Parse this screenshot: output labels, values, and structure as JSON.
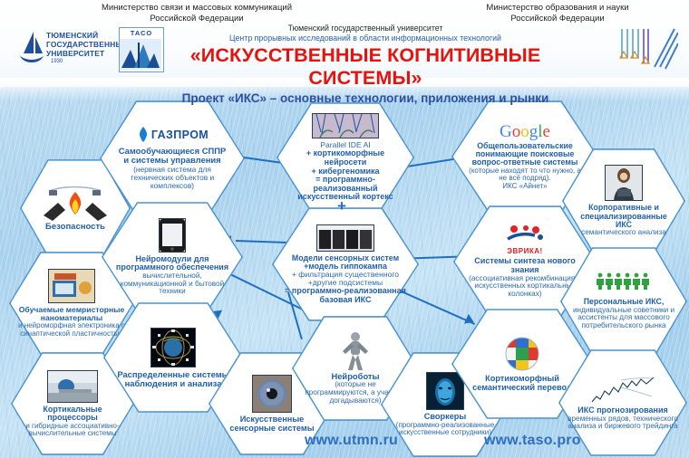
{
  "header": {
    "ministry_left": [
      "Министерство связи и массовых коммуникаций",
      "Российской Федерации"
    ],
    "ministry_right": [
      "Министерство образования и науки",
      "Российской Федерации"
    ],
    "university": "Тюменский государственный университет",
    "center": "Центр прорывных исследований в области информационных технологий",
    "title": "«ИСКУССТВЕННЫЕ КОГНИТИВНЫЕ СИСТЕМЫ»",
    "subtitle": "Проект «ИКС» – основные технологии, приложения и рынки",
    "logo_tmn": [
      "ТЮМЕНСКИЙ",
      "ГОСУДАРСТВЕННЫЙ",
      "УНИВЕРСИТЕТ"
    ],
    "logo_tmn_year": "1930",
    "logo_taso": "ТАСО"
  },
  "colors": {
    "title_red": "#e8120c",
    "subtitle_blue": "#2d4fa3",
    "hex_border": "#4b93cf",
    "arrow_blue": "#1f6fc0",
    "label_blue": "#1f5fad"
  },
  "nodes": {
    "gazprom": {
      "brand": "ГАЗПРОМ",
      "title": "Самообучающиеся СППР и системы управления",
      "sub": "(нервная система для технических объектов и комплексов)"
    },
    "security": {
      "title": "Безопасность",
      "sub": ""
    },
    "neuromodules": {
      "title": "Нейромодули для программного обеспечения",
      "sub": "вычислительной, коммуникационной и бытовой техники"
    },
    "memristive": {
      "title": "Обучаемые мемристорные наноматериалы",
      "sub": "и нейроморфная электроника с синаптической пластичностью"
    },
    "cortical_proc": {
      "title": "Кортикальные процессоры",
      "sub": "и гибридные ассоциативно-вычислительные системы"
    },
    "distributed": {
      "title": "Распределенные системы наблюдения и анализа",
      "sub": ""
    },
    "cortex": {
      "line1": "Parallel IDE AI",
      "line2": "+ кортикоморфные нейросети",
      "line3": "+ кибергеномика",
      "line4": "= программно-реализованный искусственный кортекс"
    },
    "base_iks": {
      "line1": "Модели сенсорных систем",
      "line2": "+модель гиппокампа",
      "line3": "+ фильтрация существенного",
      "line4": "+другие подсистемы",
      "line5": "= программно-реализованная базовая ИКС"
    },
    "google": {
      "brand": "Google",
      "title": "Общепользовательские понимающие поисковые вопрос-ответные системы",
      "sub": "(которые находят то что нужно, а не всё подряд).",
      "sub2": "ИКС «Айнет»"
    },
    "eureka": {
      "brand": "ЭВРИКА!",
      "title": "Системы синтеза нового знания",
      "sub": "(ассоциативная рекомбинация в искусственных кортикальных колонках)"
    },
    "corporate": {
      "title": "Корпоративные и специализированные ИКС",
      "sub": "семантического анализа"
    },
    "personal": {
      "title": "Персональные ИКС,",
      "sub": "индивидуальные советники и ассистенты для массового потребительского рынка"
    },
    "translate": {
      "title": "Кортикоморфный семантический перевод",
      "sub": ""
    },
    "forecast": {
      "title": "ИКС прогнозирования",
      "sub": "временных рядов, технического анализа и биржевого трейдинга"
    },
    "sensors": {
      "title": "Искусственные сенсорные системы",
      "sub": ""
    },
    "neurobots": {
      "title": "Нейроботы",
      "sub": "(которые не программируются, а учатся и догадываются)"
    },
    "sworkers": {
      "title": "Своркеры",
      "sub": "(программно-реализованные искусственные сотрудники)"
    }
  },
  "symbols": {
    "plus": "+"
  },
  "footer": {
    "url_left": "www.utmn.ru",
    "url_right": "www.taso.pro"
  }
}
